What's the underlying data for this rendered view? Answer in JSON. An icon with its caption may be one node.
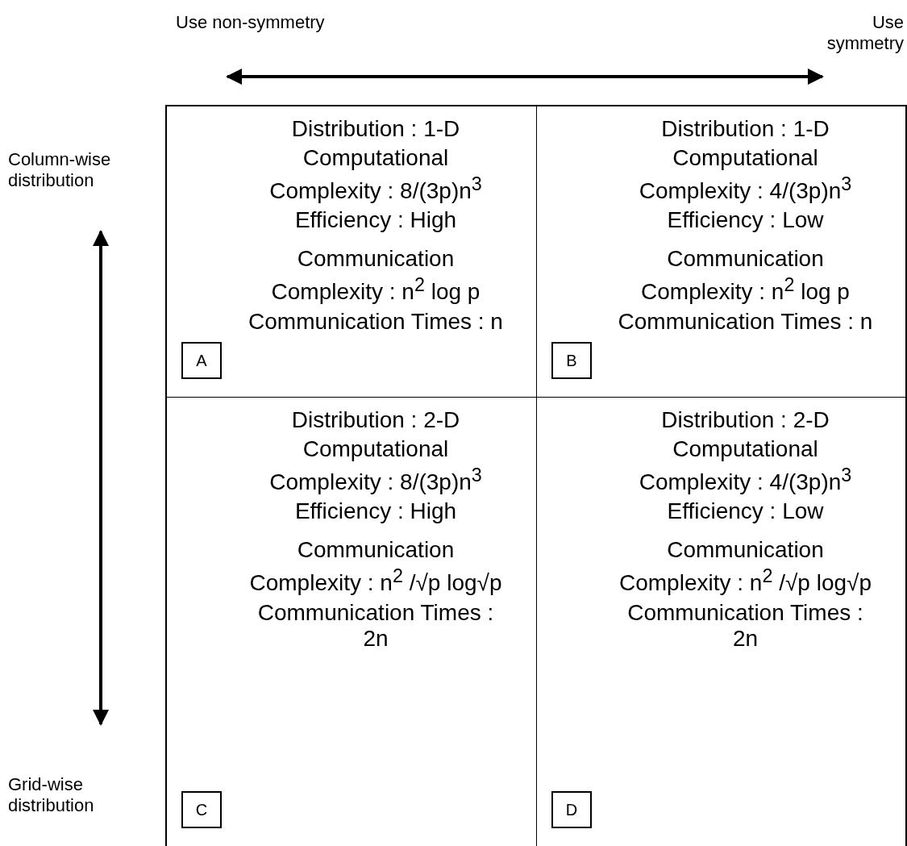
{
  "diagram": {
    "nodes": [
      {
        "text": [
          "Distribution : 1-D",
          "Computational Complexity : 8/(3p)n$^{3}$",
          "Efficiency : High",
          "Communication Complexity : n$^{2}$ log p",
          "Communication Times : n"
        ]
      },
      {
        "text": [
          "A"
        ],
        "in": 0
      },
      {
        "text": [
          "Distribution : 1-D",
          "Computational Complexity : 4/(3p)n$^{3}$",
          "Efficiency : Low",
          "Communication Complexity : n$^{2}$ log p",
          "Communication Times : n"
        ]
      },
      {
        "text": [
          "B"
        ],
        "in": 2
      },
      {
        "text": [
          "Distribution : 2-D",
          "Computational Complexity : 8/(3p)n$^{3}$",
          "Efficiency : High",
          "Communication Complexity : n$^{2}$ /√p log√p",
          "Communication Times : 2n"
        ]
      },
      {
        "text": [
          "C"
        ],
        "in": 4
      },
      {
        "text": [
          "Distribution : 2-D",
          "Computational Complexity : 4/(3p)n$^{3}$",
          "Efficiency : Low",
          "Communication Complexity : n$^{2}$ /√p log√p",
          "Communication Times : 2n"
        ]
      },
      {
        "text": [
          "D"
        ],
        "in": 6
      }
    ],
    "edges": [],
    "labels": [
      "Use non-symmetry",
      "Use symmetry",
      "Column-wise distribution",
      "Grid-wise distribution"
    ]
  }
}
